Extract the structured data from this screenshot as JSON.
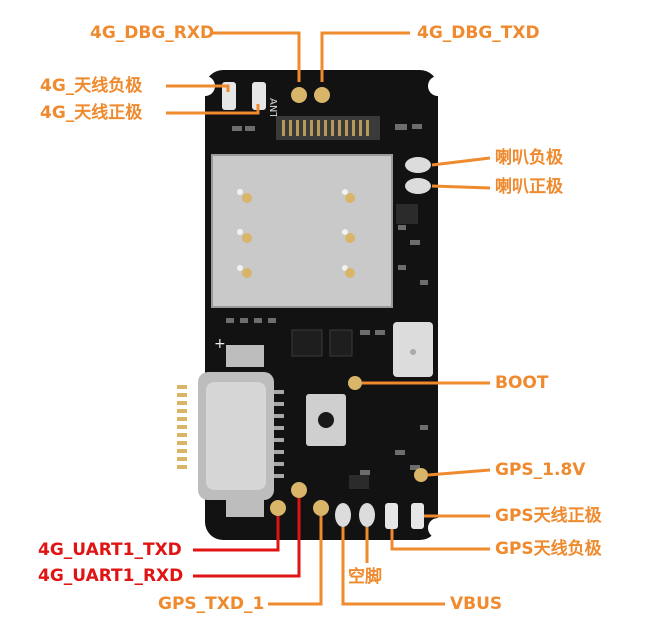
{
  "colors": {
    "callout": "#ef8a2e",
    "highlight": "#e11414",
    "board": "#121212",
    "pad_gold": "#d9b56a",
    "shield": "#c9c9c9"
  },
  "labels": {
    "dbg_rxd": "4G_DBG_RXD",
    "dbg_txd": "4G_DBG_TXD",
    "ant_neg": "4G_天线负极",
    "ant_pos": "4G_天线正极",
    "spk_neg": "喇叭负极",
    "spk_pos": "喇叭正极",
    "boot": "BOOT",
    "gps_1v8": "GPS_1.8V",
    "gps_ant_pos": "GPS天线正极",
    "gps_ant_neg": "GPS天线负极",
    "uart_txd": "4G_UART1_TXD",
    "uart_rxd": "4G_UART1_RXD",
    "gps_txd": "GPS_TXD_1",
    "nc": "空脚",
    "vbus": "VBUS"
  },
  "board": {
    "silk_ant": "ANT",
    "silk_plus": "+"
  }
}
